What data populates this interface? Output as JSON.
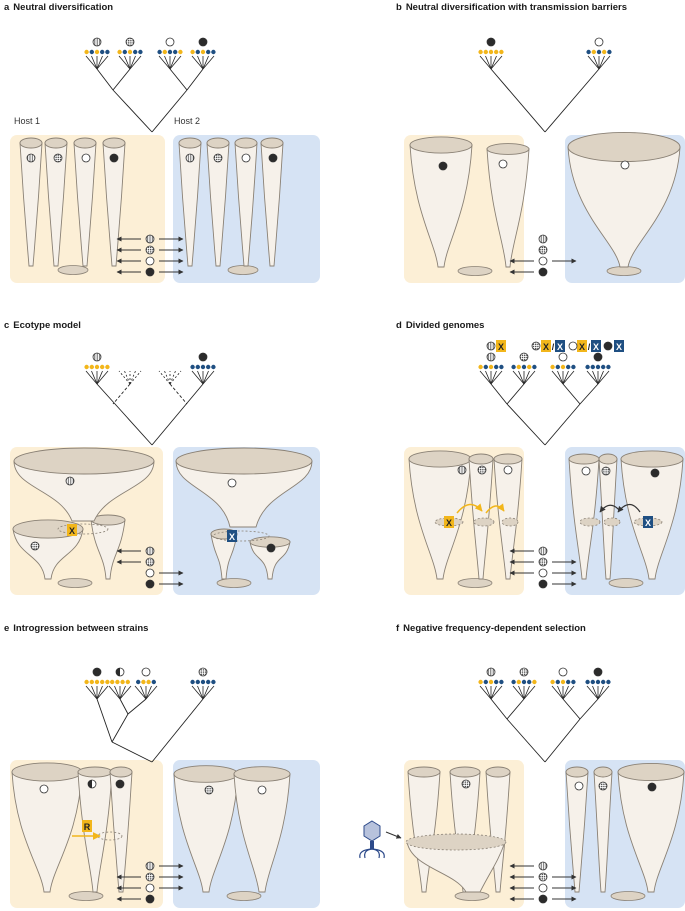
{
  "panels": [
    {
      "letter": "a",
      "title": "Neutral diversification"
    },
    {
      "letter": "b",
      "title": "Neutral diversification with transmission barriers"
    },
    {
      "letter": "c",
      "title": "Ecotype model"
    },
    {
      "letter": "d",
      "title": "Divided genomes"
    },
    {
      "letter": "e",
      "title": "Introgression between strains"
    },
    {
      "letter": "f",
      "title": "Negative frequency-dependent selection"
    }
  ],
  "host_labels": [
    "Host 1",
    "Host 2"
  ],
  "markers": {
    "ecotype": "X",
    "recombination": "R",
    "slash": "/"
  },
  "colors": {
    "host1_bg": "#fcefd6",
    "host2_bg": "#d6e3f4",
    "funnel_fill": "#f6f1ea",
    "funnel_stroke": "#8a8175",
    "mouth_fill": "#ddd3c4",
    "gold": "#f2b61b",
    "navy": "#1f4f82",
    "dark": "#2b2b2b"
  }
}
